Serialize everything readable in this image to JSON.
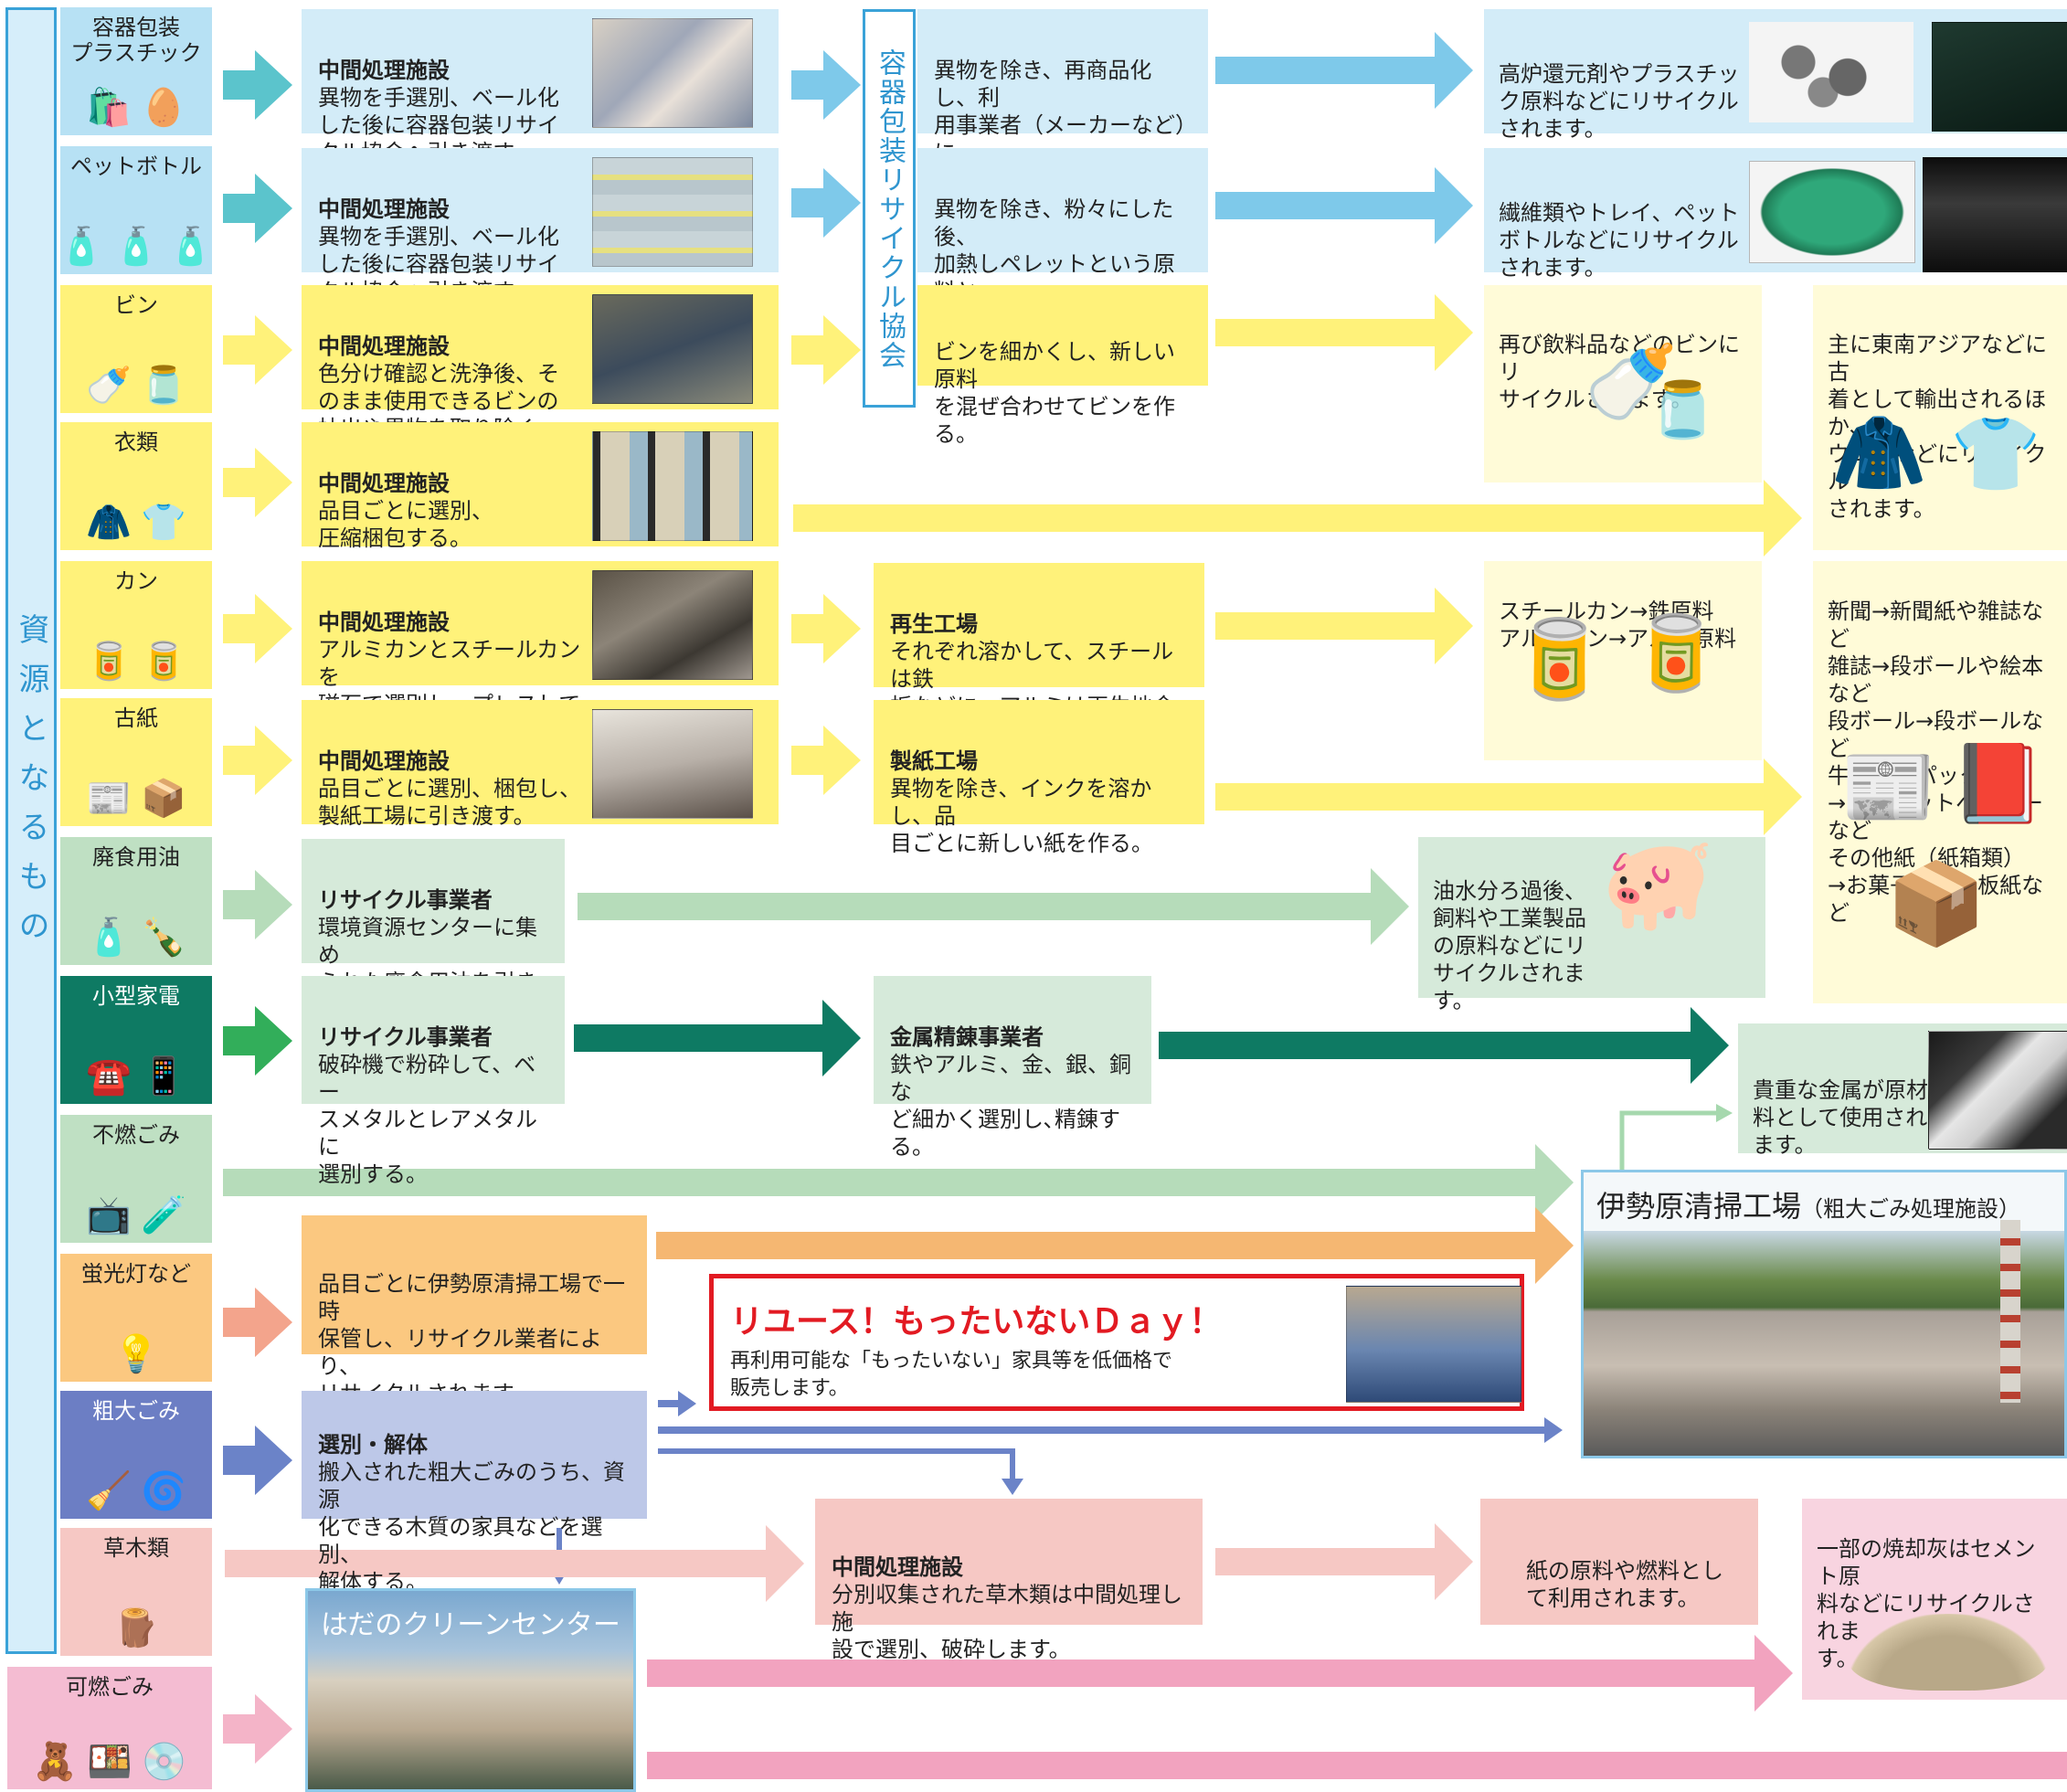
{
  "side_label": "資源となるもの",
  "categories": [
    {
      "name": "容器包装\nプラスチック",
      "icon": "plastic-containers-icon"
    },
    {
      "name": "ペットボトル",
      "icon": "pet-bottle-icon"
    },
    {
      "name": "ビン",
      "icon": "glass-bottle-icon"
    },
    {
      "name": "衣類",
      "icon": "clothing-icon"
    },
    {
      "name": "カン",
      "icon": "can-icon"
    },
    {
      "name": "古紙",
      "icon": "paper-bundle-icon"
    },
    {
      "name": "廃食用油",
      "icon": "oil-bottle-icon"
    },
    {
      "name": "小型家電",
      "icon": "small-appliance-icon"
    },
    {
      "name": "不燃ごみ",
      "icon": "non-burnable-icon"
    },
    {
      "name": "蛍光灯など",
      "icon": "fluorescent-lamp-icon"
    },
    {
      "name": "粗大ごみ",
      "icon": "bulky-waste-icon"
    },
    {
      "name": "草木類",
      "icon": "branches-icon"
    },
    {
      "name": "可燃ごみ",
      "icon": "burnable-icon"
    }
  ],
  "step1": {
    "plastic": {
      "title": "中間処理施設",
      "text": "異物を手選別、ベール化\nした後に容器包装リサイ\nクル協会へ引き渡す。"
    },
    "pet": {
      "title": "中間処理施設",
      "text": "異物を手選別、ベール化\nした後に容器包装リサイ\nクル協会へ引き渡す。"
    },
    "glass": {
      "title": "中間処理施設",
      "text": "色分け確認と洗浄後、そ\nのまま使用できるビンの\n抽出や異物を取り除く。"
    },
    "clothing": {
      "title": "中間処理施設",
      "text": "品目ごとに選別、\n圧縮梱包する。"
    },
    "cans": {
      "title": "中間処理施設",
      "text": "アルミカンとスチールカンを\n磁石で選別し、プレスして再\n生業者に引き渡す。"
    },
    "paper": {
      "title": "中間処理施設",
      "text": "品目ごとに選別、梱包し、\n製紙工場に引き渡す。"
    },
    "oil": {
      "title": "リサイクル事業者",
      "text": "環境資源センターに集め\nられた廃食用油を引き渡\nす。"
    },
    "appliance": {
      "title": "リサイクル事業者",
      "text": "破砕機で粉砕して、ベー\nスメタルとレアメタルに\n選別する。"
    },
    "fluorescent": {
      "text": "品目ごとに伊勢原清掃工場で一時\n保管し、リサイクル業者により、\nリサイクルされます。"
    },
    "bulky": {
      "title": "選別・解体",
      "text": "搬入された粗大ごみのうち、資源\n化できる木質の家具などを選別、\n解体する。"
    }
  },
  "recycle_assoc": "容器包装リサイクル協会",
  "step2": {
    "plastic": "異物を除き、再商品化し、利\n用事業者（メーカーなど）に\n引き渡す。",
    "pet": "異物を除き、粉々にした後、\n加熱しペレットという原料と\nなる。",
    "glass": "ビンを細かくし、新しい原料\nを混ぜ合わせてビンを作る。",
    "cans": {
      "title": "再生工場",
      "text": "それぞれ溶かして、スチールは鉄\n板などに、アルミは再生地金にす\nる。"
    },
    "paper": {
      "title": "製紙工場",
      "text": "異物を除き、インクを溶かし、品\n目ごとに新しい紙を作る。"
    },
    "metal": {
      "title": "金属精錬事業者",
      "text": "鉄やアルミ、金、銀、銅な\nど細かく選別し､精錬する。"
    },
    "plants": {
      "title": "中間処理施設",
      "text": "分別収集された草木類は中間処理し施\n設で選別、破砕します。"
    }
  },
  "results": {
    "plastic": "高炉還元剤やプラスチッ\nク原料などにリサイクル\nされます。",
    "pet": "繊維類やトレイ、ペット\nボトルなどにリサイクル\nされます。",
    "glass": "再び飲料品などのビンにリ\nサイクルされます。",
    "clothing": "主に東南アジアなどに古\n着として輸出されるほか、\nウエスなどにリサイクル\nされます。",
    "cans": "スチールカン→鉄原料\nアルミカン→アルミ原料",
    "paper": "新聞→新聞紙や雑誌など\n雑誌→段ボールや絵本など\n段ボール→段ボールなど\n牛乳等紙パック\n→トイレットペーパーなど\nその他紙（紙箱類）\n→お菓子の箱や板紙など",
    "oil": "油水分ろ過後、\n飼料や工業製品\nの原料などにリ\nサイクルされま\nす。",
    "metal": "貴重な金属が原材\n料として使用され\nます。",
    "plants": "紙の原料や燃料とし\nて利用されます。",
    "ash": "一部の焼却灰はセメント原\n料などにリサイクルされま\nす。"
  },
  "reuse": {
    "title": "リユース！もったいないＤａｙ！",
    "text": "再利用可能な「もったいない」家具等を低価格で\n販売します。"
  },
  "isehara": {
    "name": "伊勢原清掃工場",
    "sub": "（粗大ごみ処理施設）"
  },
  "hadano": {
    "name": "はだのクリーンセンター"
  },
  "colors": {
    "blue_box": "#d3ecf8",
    "blue_cat": "#b7e1f4",
    "blue_arrow": "#7ec9ea",
    "teal_arrow": "#5bc4cc",
    "yellow_box": "#fff27a",
    "yellow_cat": "#fff27a",
    "yellow_arrow": "#fff27a",
    "yellow_res": "#fffbd8",
    "green_box": "#d6eada",
    "green_cat": "#bfe0c3",
    "green_arrow": "#b6dcba",
    "dark_green": "#0e7a63",
    "bright_green": "#32ae5a",
    "orange_box": "#fbc880",
    "orange_arrow": "#f5b772",
    "salmon_arrow": "#f3a48c",
    "purple_cat": "#6c7ec4",
    "purple_box": "#bdc8e8",
    "purple_arrow": "#6b83c8",
    "pink_box": "#f6c8c4",
    "pink_arrow": "#f4b4c8",
    "magenta_arrow": "#f2a3bf",
    "pink_cat": "#f4bcd2",
    "red_border": "#e21a22",
    "side_border": "#3aa2d8",
    "side_bg": "#d6eefa"
  }
}
